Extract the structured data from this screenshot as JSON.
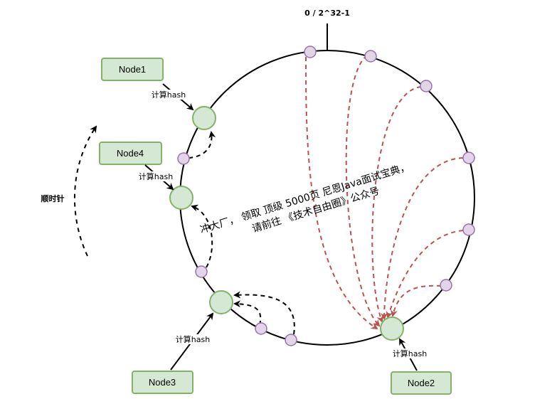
{
  "ring": {
    "top_label": "0 / 2^32-1"
  },
  "nodes": [
    {
      "id": "node1",
      "label": "Node1",
      "hash_label": "计算hash"
    },
    {
      "id": "node4",
      "label": "Node4",
      "hash_label": "计算hash"
    },
    {
      "id": "node3",
      "label": "Node3",
      "hash_label": "计算hash"
    },
    {
      "id": "node2",
      "label": "Node2",
      "hash_label": "计算hash"
    }
  ],
  "direction_label": "顺时针",
  "watermark": {
    "line1": "冲大厂，  领取 顶级  5000页 尼恩Java面试宝典，",
    "line2": "请前往 《技术自由圈》公众号"
  },
  "colors": {
    "node_fill": "#d5e8d4",
    "node_stroke": "#82b366",
    "key_fill": "#e1d5e7",
    "key_stroke": "#9673a6",
    "red_arrow": "#b85450",
    "black": "#000000"
  }
}
